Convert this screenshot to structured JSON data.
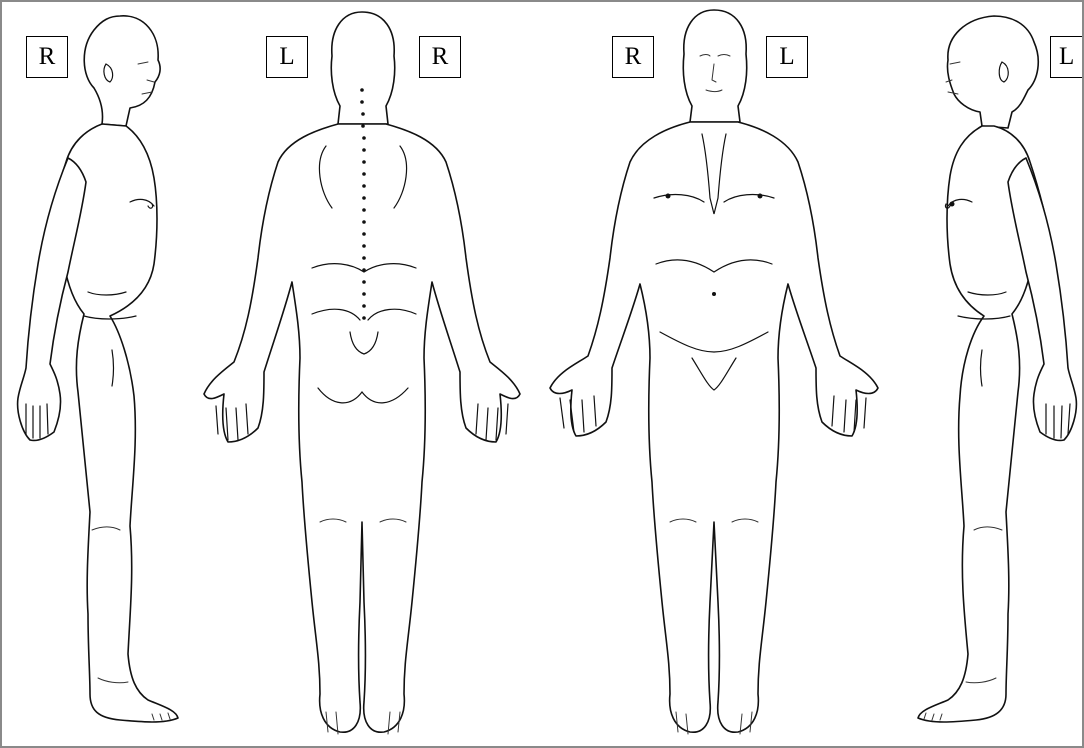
{
  "labels": {
    "side_right": "R",
    "back_left": "L",
    "back_right": "R",
    "front_right": "R",
    "front_left": "L",
    "side_left": "L"
  },
  "figures": [
    "right-side-view",
    "back-view",
    "front-view",
    "left-side-view"
  ]
}
